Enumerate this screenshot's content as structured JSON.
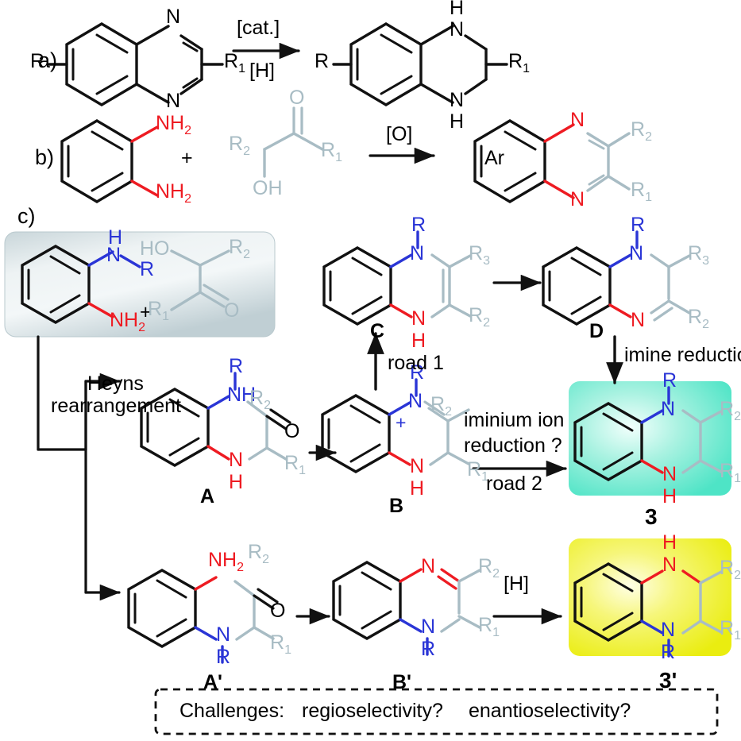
{
  "figure": {
    "type": "chemical-reaction-scheme",
    "panels": [
      "a)",
      "b)",
      "c)"
    ],
    "colors": {
      "black": "#111111",
      "red": "#ee1b22",
      "blue": "#2a35d6",
      "gray_group": "#a8bcc4",
      "box_gray": "#c3d1d6",
      "box_teal": "#5fe8cd",
      "box_yellow": "#ecee12"
    }
  },
  "panel_a": {
    "label": "a)",
    "reactant": {
      "name": "quinoxaline",
      "atoms": [
        "N",
        "N"
      ],
      "substituents": [
        "R",
        "R",
        "R",
        "R"
      ],
      "R_left": "R",
      "R_right": "R",
      "R_right_sub": "1",
      "N_top": "N",
      "N_bottom": "N"
    },
    "arrow": {
      "above": "[cat.]",
      "below": "[H]"
    },
    "product": {
      "name": "1,2,3,4-tetrahydroquinoxaline",
      "N_top": "N",
      "H_top": "H",
      "N_bottom": "N",
      "H_bottom": "H",
      "R_left": "R",
      "R_right": "R",
      "R_right_sub": "1"
    }
  },
  "panel_b": {
    "label": "b)",
    "reactant1": {
      "name": "benzene-1,2-diamine",
      "NH2_top": "NH",
      "NH2_top_sub": "2",
      "NH2_bottom": "NH",
      "NH2_bottom_sub": "2"
    },
    "plus": "+",
    "reactant2": {
      "name": "alpha-hydroxy-ketone",
      "O": "O",
      "OH": "OH",
      "R2": "R",
      "R2_sub": "2",
      "R1": "R",
      "R1_sub": "1"
    },
    "arrow": {
      "above": "[O]",
      "below": ""
    },
    "product": {
      "name": "quinoxaline",
      "Ar": "Ar",
      "N_top": "N",
      "N_bottom": "N",
      "R2": "R",
      "R2_sub": "2",
      "R1": "R",
      "R1_sub": "1"
    }
  },
  "panel_c": {
    "label": "c)",
    "start_box": {
      "name": "N-substituted-benzene-1,2-diamine plus alpha-hydroxy-ketone",
      "H": "H",
      "N": "N",
      "R": "R",
      "NH2": "NH",
      "NH2_sub": "2",
      "plus": "+",
      "HO": "HO",
      "R2": "R",
      "R2_sub": "2",
      "R1": "R",
      "R1_sub": "1",
      "O": "O"
    },
    "heyns": {
      "line1": "Heyns",
      "line2": "rearrangement"
    },
    "structure_A": {
      "label": "A",
      "R": "R",
      "NH": "NH",
      "N": "N",
      "H": "H",
      "R2": "R",
      "R2_sub": "2",
      "R1": "R",
      "R1_sub": "1",
      "O": "O"
    },
    "structure_B": {
      "label": "B",
      "R": "R",
      "N_plus": "N",
      "charge": "+",
      "N": "N",
      "H": "H",
      "R2": "R",
      "R2_sub": "2",
      "R1": "R",
      "R1_sub": "1"
    },
    "structure_C": {
      "label": "C",
      "R": "R",
      "N": "N",
      "NH_N": "N",
      "NH_H": "H",
      "R3": "R",
      "R3_sub": "3",
      "R2": "R",
      "R2_sub": "2"
    },
    "structure_D": {
      "label": "D",
      "R": "R",
      "N_top": "N",
      "N_bottom": "N",
      "R3": "R",
      "R3_sub": "3",
      "R2": "R",
      "R2_sub": "2"
    },
    "structure_3": {
      "label": "3",
      "R": "R",
      "N": "N",
      "NH_N": "N",
      "NH_H": "H",
      "R2": "R",
      "R2_sub": "2",
      "R1": "R",
      "R1_sub": "1"
    },
    "structure_Ap": {
      "label": "A'",
      "NH2": "NH",
      "NH2_sub": "2",
      "N": "N",
      "R": "R",
      "R2": "R",
      "R2_sub": "2",
      "R1": "R",
      "R1_sub": "1",
      "O": "O"
    },
    "structure_Bp": {
      "label": "B'",
      "N_top": "N",
      "N_bottom": "N",
      "R": "R",
      "R2": "R",
      "R2_sub": "2",
      "R1": "R",
      "R1_sub": "1"
    },
    "structure_3p": {
      "label": "3'",
      "H": "H",
      "NH_N": "N",
      "N": "N",
      "R": "R",
      "R2": "R",
      "R2_sub": "2",
      "R1": "R",
      "R1_sub": "1"
    },
    "annotations": {
      "road1": "road 1",
      "road2": "road 2",
      "imine_reduction": "imine reduction?",
      "iminium_line1": "iminium ion",
      "iminium_line2": "reduction ?",
      "hydrogen": "[H]"
    },
    "challenges": {
      "title": "Challenges:",
      "item1": "regioselectivity?",
      "item2": "enantioselectivity?"
    }
  }
}
